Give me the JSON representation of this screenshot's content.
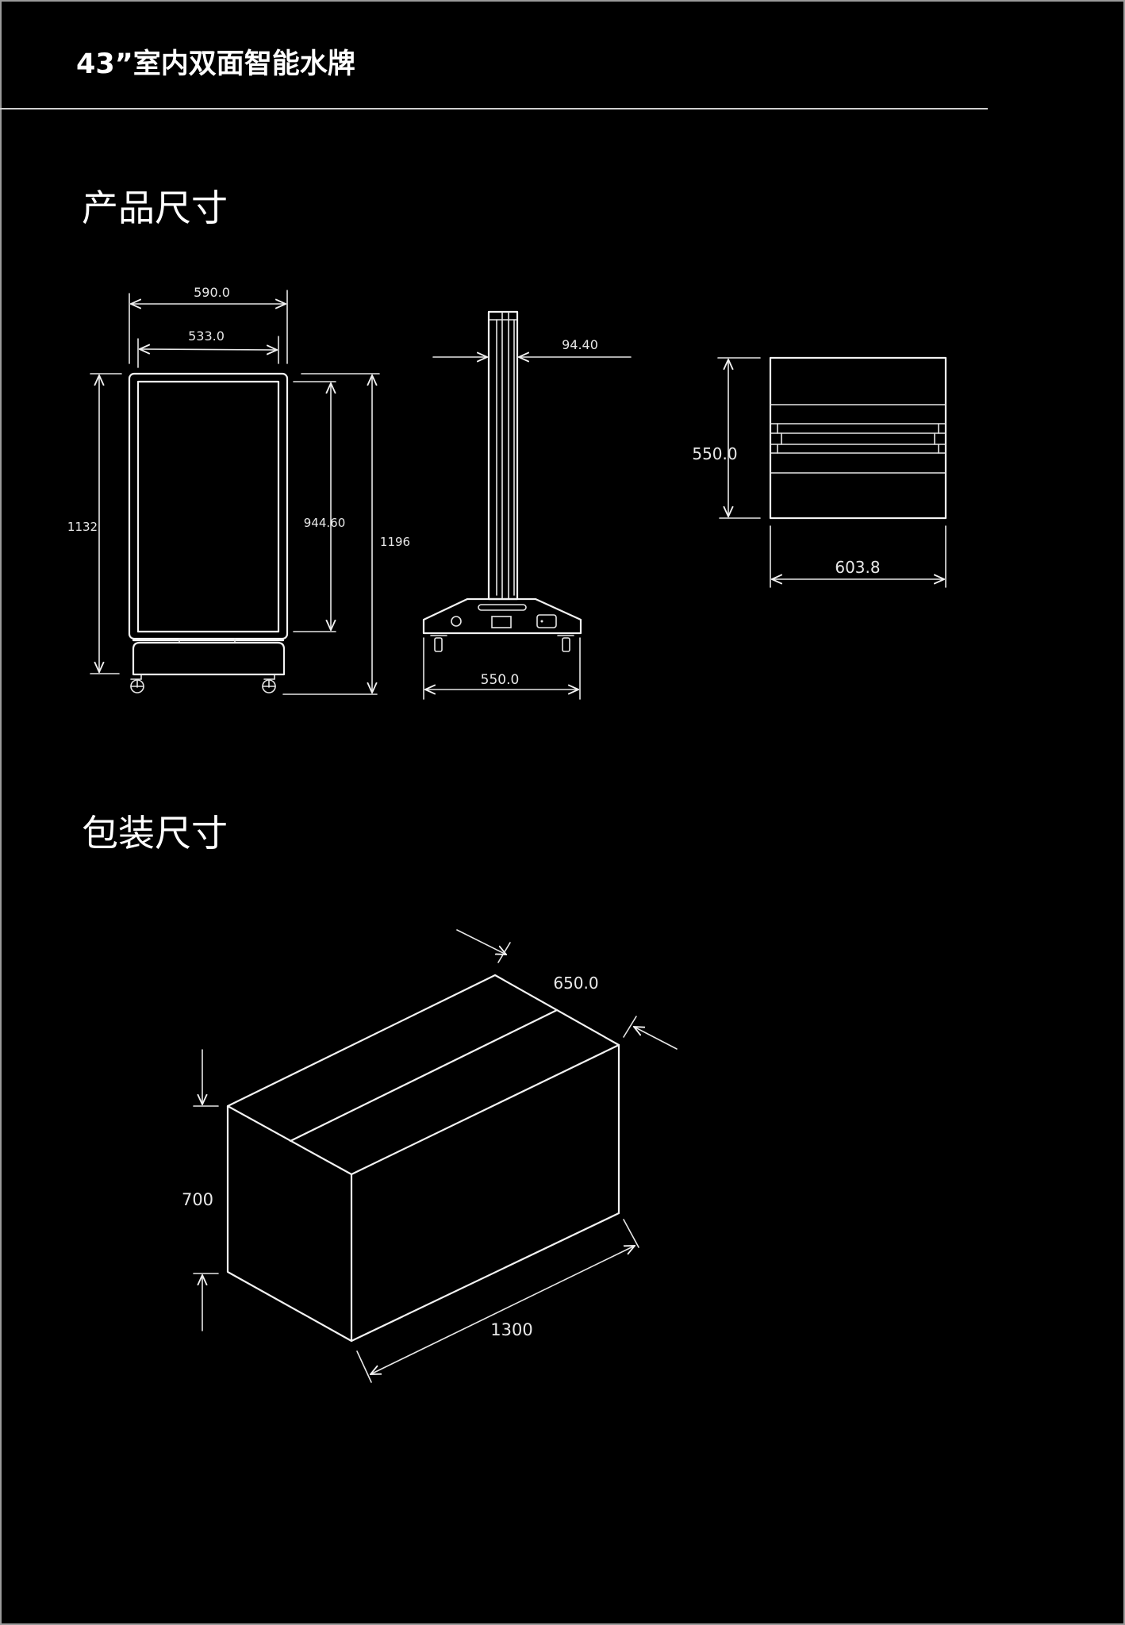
{
  "header": {
    "title": "43”室内双面智能水牌"
  },
  "sections": {
    "product": {
      "heading": "产品尺寸",
      "front_view": {
        "overall_width": "590.0",
        "screen_width": "533.0",
        "body_height": "1132",
        "screen_height": "944.60",
        "overall_height": "1196"
      },
      "side_view": {
        "thickness": "94.40",
        "base_depth": "550.0"
      },
      "top_view": {
        "depth": "550.0",
        "width": "603.8"
      }
    },
    "package": {
      "heading": "包装尺寸",
      "box": {
        "depth": "650.0",
        "height": "700",
        "length": "1300"
      }
    }
  },
  "colors": {
    "background": "#000000",
    "line": "#f2f2f2",
    "border": "#9a9a9a"
  }
}
